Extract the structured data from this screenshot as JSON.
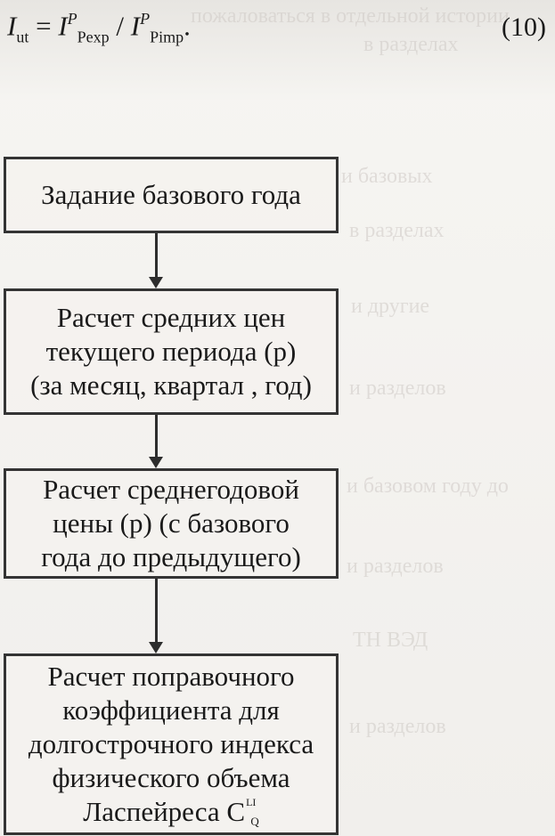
{
  "formula": {
    "lhs": "I",
    "lhs_sub": "ut",
    "equals": "=",
    "term1": "I",
    "term1_sup": "P",
    "term1_sub": "Pexp",
    "slash": "/",
    "term2": "I",
    "term2_sup": "P",
    "term2_sub": "Pimp",
    "period": ".",
    "number": "(10)"
  },
  "flowchart": {
    "steps": [
      {
        "lines": [
          "Задание базового года"
        ]
      },
      {
        "lines": [
          "Расчет средних цен",
          "текущего периода (р)",
          "(за месяц, квартал , год)"
        ]
      },
      {
        "lines": [
          "Расчет среднегодовой",
          "цены (р) (с базового",
          "года до предыдущего)"
        ]
      },
      {
        "lines": [
          "Расчет поправочного",
          "коэффициента для",
          "долгострочного индекса",
          "физического объема",
          "Ласпейреса"
        ]
      }
    ],
    "symbol": {
      "base": "C",
      "sup": "LI",
      "sub": "Q"
    }
  }
}
